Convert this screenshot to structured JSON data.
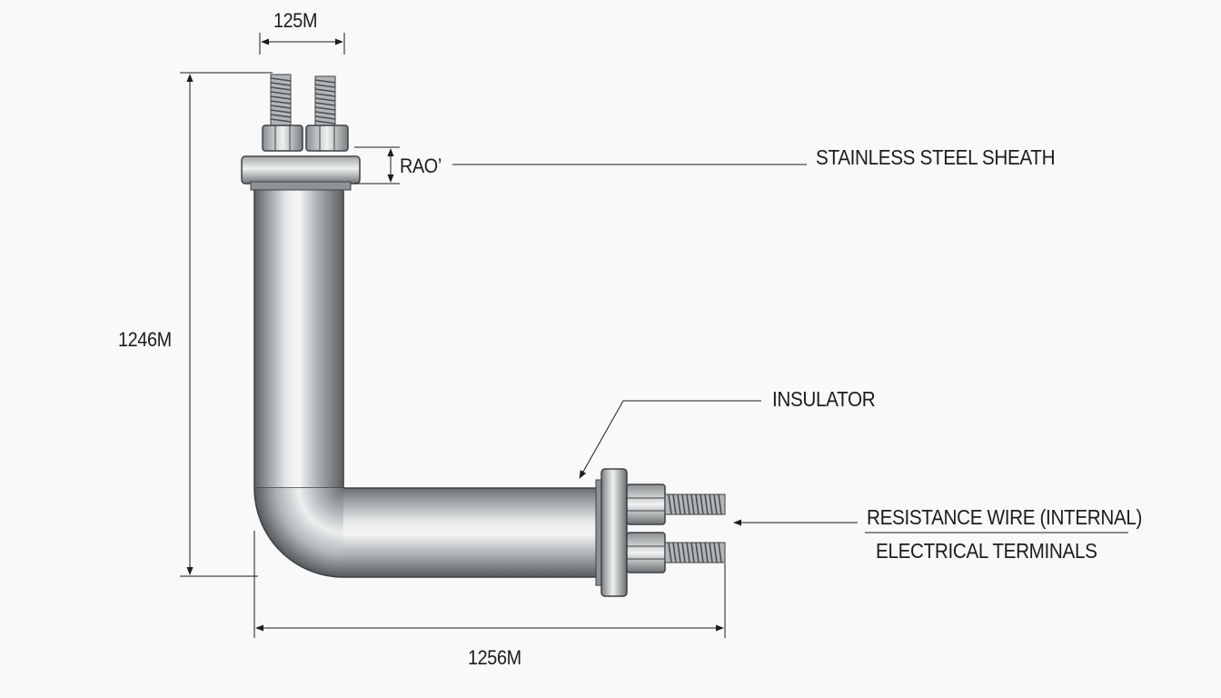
{
  "dimensions": {
    "terminal_spacing": "125M",
    "flange_thickness": "RAO’",
    "overall_height": "1246M",
    "overall_length": "1256M"
  },
  "callouts": {
    "sheath": "STAINLESS STEEL SHEATH",
    "insulator": "INSULATOR",
    "resistance_wire": "RESISTANCE WIRE (INTERNAL)",
    "terminals": "ELECTRICAL TERMINALS"
  }
}
